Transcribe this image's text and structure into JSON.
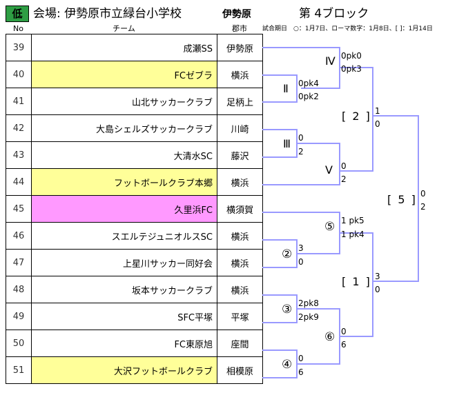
{
  "header": {
    "level": "低",
    "venue": "会場: 伊勢原市立緑台小学校",
    "city": "伊勢原",
    "block": "第 4ブロック",
    "legend": "試合期日　○：1月7日、ローマ数字：1月8日、[ ]：1月14日"
  },
  "columns": {
    "no": "No",
    "team": "チーム",
    "city": "郡市"
  },
  "colors": {
    "highlight_yellow": "#ffff99",
    "highlight_pink": "#ff99ff",
    "bracket_line": "#9999ff",
    "badge_green": "#2e9e44"
  },
  "teams": [
    {
      "no": "39",
      "name": "成瀬SS",
      "city": "伊勢原",
      "bg": "#ffffff"
    },
    {
      "no": "40",
      "name": "FCゼブラ",
      "city": "横浜",
      "bg": "#ffff99"
    },
    {
      "no": "41",
      "name": "山北サッカークラブ",
      "city": "足柄上",
      "bg": "#ffffff"
    },
    {
      "no": "42",
      "name": "大島シェルズサッカークラブ",
      "city": "川崎",
      "bg": "#ffffff"
    },
    {
      "no": "43",
      "name": "大清水SC",
      "city": "藤沢",
      "bg": "#ffffff"
    },
    {
      "no": "44",
      "name": "フットボールクラブ本郷",
      "city": "横浜",
      "bg": "#ffff99"
    },
    {
      "no": "45",
      "name": "久里浜FC",
      "city": "横須賀",
      "bg": "#ff99ff"
    },
    {
      "no": "46",
      "name": "スエルテジュニオルスSC",
      "city": "横浜",
      "bg": "#ffffff"
    },
    {
      "no": "47",
      "name": "上星川サッカー同好会",
      "city": "横浜",
      "bg": "#ffffff"
    },
    {
      "no": "48",
      "name": "坂本サッカークラブ",
      "city": "横浜",
      "bg": "#ffffff"
    },
    {
      "no": "49",
      "name": "SFC平塚",
      "city": "平塚",
      "bg": "#ffffff"
    },
    {
      "no": "50",
      "name": "FC東原旭",
      "city": "座間",
      "bg": "#ffffff"
    },
    {
      "no": "51",
      "name": "大沢フットボールクラブ",
      "city": "相模原",
      "bg": "#ffff99"
    }
  ],
  "bracket": {
    "rounds": {
      "r4": "Ⅳ",
      "r2": "Ⅱ",
      "r3": "Ⅲ",
      "r5": "Ⅴ",
      "c5": "⑤",
      "c2": "②",
      "c3": "③",
      "c6": "⑥",
      "c4": "④",
      "b2": "[ 2 ]",
      "b1": "[ 1 ]",
      "b5": "[ 5 ]"
    },
    "scores": {
      "m4_top": "0pk0",
      "m4_bot": "0pk3",
      "m2_top": "0pk4",
      "m2_bot": "0pk2",
      "m3_top": "0",
      "m3_bot": "2",
      "m5_top": "0",
      "m5_bot": "2",
      "b2_top": "1",
      "b2_bot": "0",
      "c5_top": "1 pk5",
      "c5_bot": "1 pk4",
      "c2_top": "3",
      "c2_bot": "0",
      "c3_top": "2pk8",
      "c3_bot": "2pk9",
      "c6_top": "0",
      "c6_bot": "6",
      "c4_top": "0",
      "c4_bot": "6",
      "b1_top": "3",
      "b1_bot": "0",
      "b5_top": "0",
      "b5_bot": "2"
    }
  }
}
